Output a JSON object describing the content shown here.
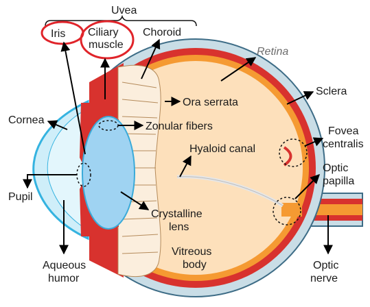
{
  "labels": {
    "uvea": "Uvea",
    "iris": "Iris",
    "ciliary_1": "Ciliary",
    "ciliary_2": "muscle",
    "choroid": "Choroid",
    "retina": "Retina",
    "sclera": "Sclera",
    "cornea": "Cornea",
    "ora_serrata": "Ora serrata",
    "zonular_fibers": "Zonular fibers",
    "fovea_1": "Fovea",
    "fovea_2": "centralis",
    "hyaloid_canal": "Hyaloid canal",
    "optic_papilla_1": "Optic",
    "optic_papilla_2": "papilla",
    "pupil": "Pupil",
    "crystalline_1": "Crystalline",
    "crystalline_2": "lens",
    "vitreous_1": "Vitreous",
    "vitreous_2": "body",
    "aqueous_1": "Aqueous",
    "aqueous_2": "humor",
    "optic_nerve_1": "Optic",
    "optic_nerve_2": "nerve"
  },
  "colors": {
    "sclera": "#c9dde6",
    "outline": "#3d6c86",
    "choroid": "#d8322e",
    "retina": "#f59a32",
    "vitreous": "#fde0bb",
    "lens": "#9fd3f2",
    "lens_stroke": "#3aaad9",
    "cornea": "#cfeef9",
    "cornea_stroke": "#35b3e0",
    "zonule": "#fbeedd",
    "highlight_ring": "#e0242a",
    "text": "#1a1a1a",
    "retina_text": "#6b6b6b"
  }
}
